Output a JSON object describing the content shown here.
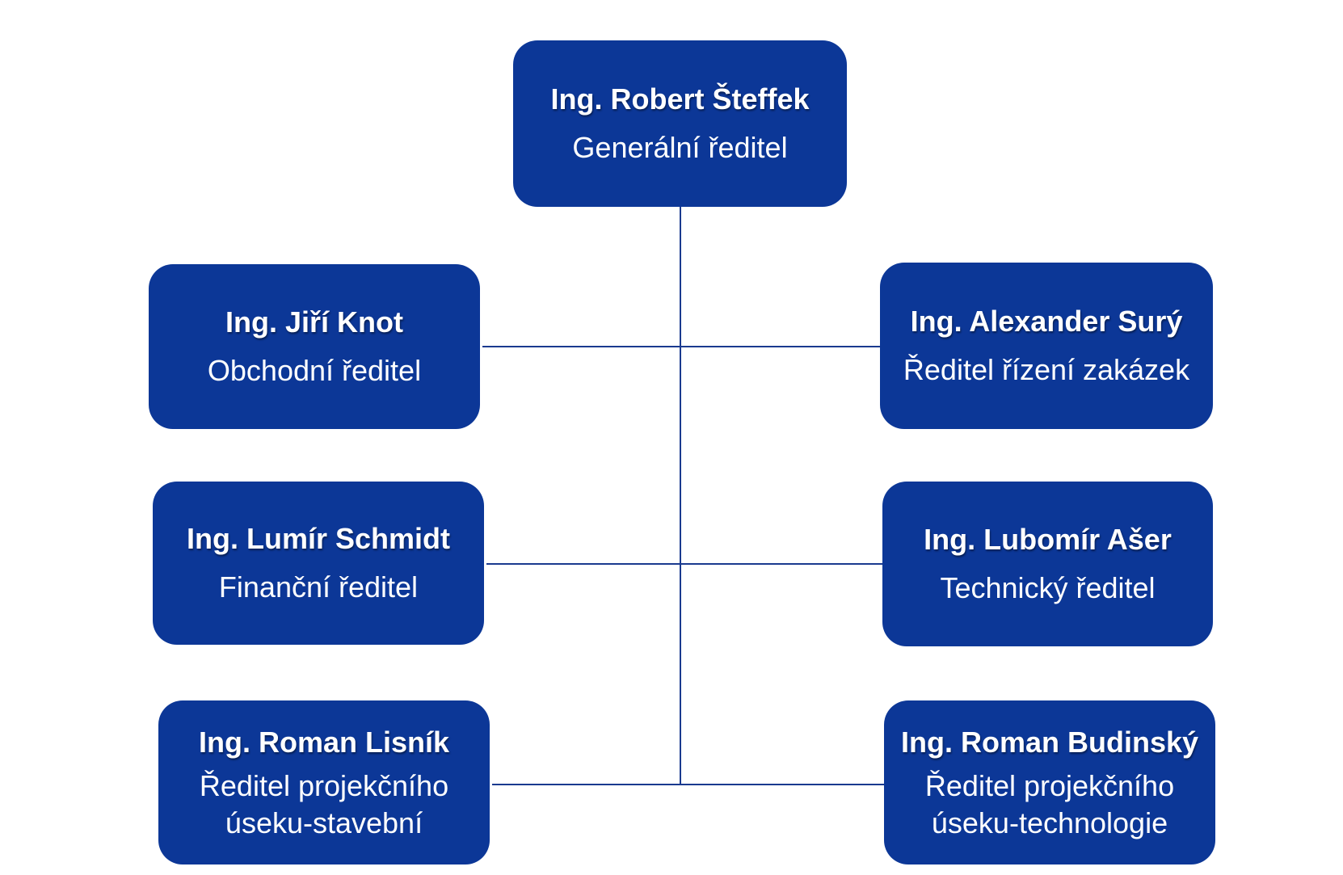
{
  "colors": {
    "node_fill": "#0c3797",
    "connector": "#1a3a8f",
    "text": "#ffffff",
    "background": "#ffffff"
  },
  "ceo": {
    "name": "Ing. Robert Šteffek",
    "role": "Generální ředitel"
  },
  "directors": [
    {
      "name": "Ing. Jiří Knot",
      "role": "Obchodní ředitel"
    },
    {
      "name": "Ing. Alexander Surý",
      "role": "Ředitel řízení zakázek"
    },
    {
      "name": "Ing. Lumír Schmidt",
      "role": "Finanční ředitel"
    },
    {
      "name": "Ing. Lubomír Ašer",
      "role": "Technický ředitel"
    },
    {
      "name": "Ing. Roman Lisník",
      "role": "Ředitel projekčního\núseku-stavební"
    },
    {
      "name": "Ing. Roman Budinský",
      "role": "Ředitel projekčního\núseku-technologie"
    }
  ]
}
